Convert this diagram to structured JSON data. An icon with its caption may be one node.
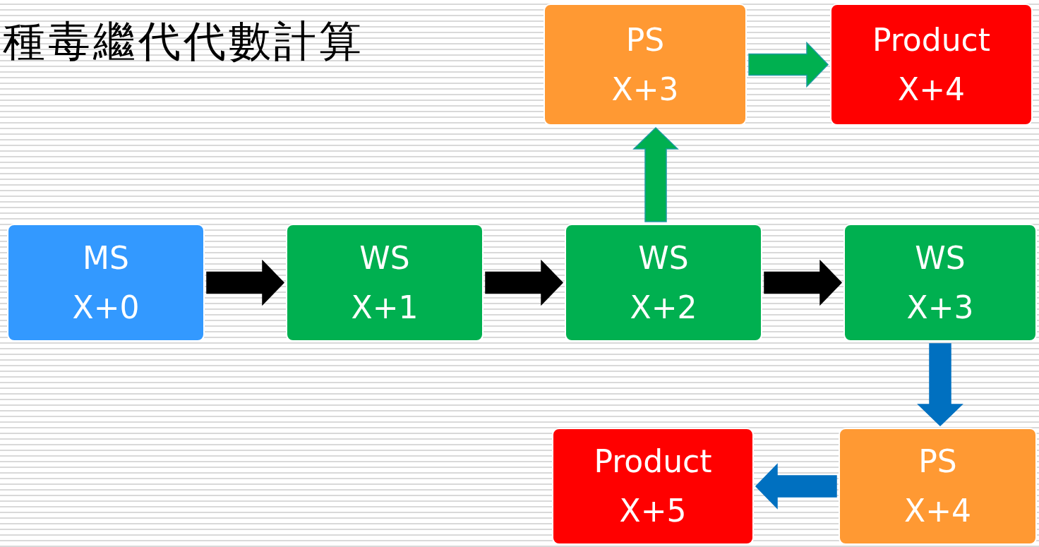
{
  "diagram": {
    "title": "種毒繼代代數計算",
    "nodes": [
      {
        "text": [
          "PS",
          "X+3"
        ]
      },
      {
        "text": [
          "Product",
          "X+4"
        ]
      },
      {
        "text": [
          "MS",
          "X+0"
        ]
      },
      {
        "text": [
          "WS",
          "X+1"
        ]
      },
      {
        "text": [
          "WS",
          "X+2"
        ]
      },
      {
        "text": [
          "WS",
          "X+3"
        ]
      },
      {
        "text": [
          "Product",
          "X+5"
        ]
      },
      {
        "text": [
          "PS",
          "X+4"
        ]
      }
    ],
    "edges": [
      {
        "from": 2,
        "to": 3,
        "arrow": "to"
      },
      {
        "from": 3,
        "to": 4,
        "arrow": "to"
      },
      {
        "from": 4,
        "to": 5,
        "arrow": "to"
      },
      {
        "from": 4,
        "to": 0,
        "arrow": "to",
        "color": "#00b050"
      },
      {
        "from": 0,
        "to": 1,
        "arrow": "to",
        "color": "#00b050"
      },
      {
        "from": 5,
        "to": 7,
        "arrow": "to",
        "color": "#0070c0"
      },
      {
        "from": 7,
        "to": 6,
        "arrow": "to",
        "color": "#0070c0"
      }
    ]
  }
}
